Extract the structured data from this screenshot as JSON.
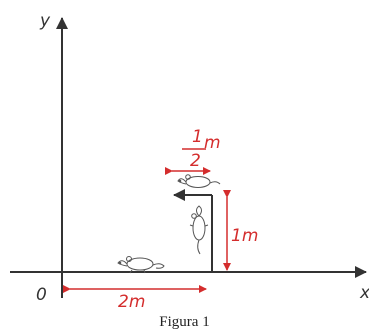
{
  "axes": {
    "y_label": "y",
    "x_label": "x",
    "origin_label": "0"
  },
  "dimensions": {
    "horizontal": "2m",
    "vertical": "1m",
    "half_numerator": "1",
    "half_unit": "m",
    "half_denominator": "2"
  },
  "caption": "Figura 1",
  "colors": {
    "axis": "#333333",
    "dimension": "#d42d2d",
    "path": "#333333"
  },
  "icons": [
    "mouse-icon",
    "mouse-icon",
    "mouse-icon"
  ]
}
